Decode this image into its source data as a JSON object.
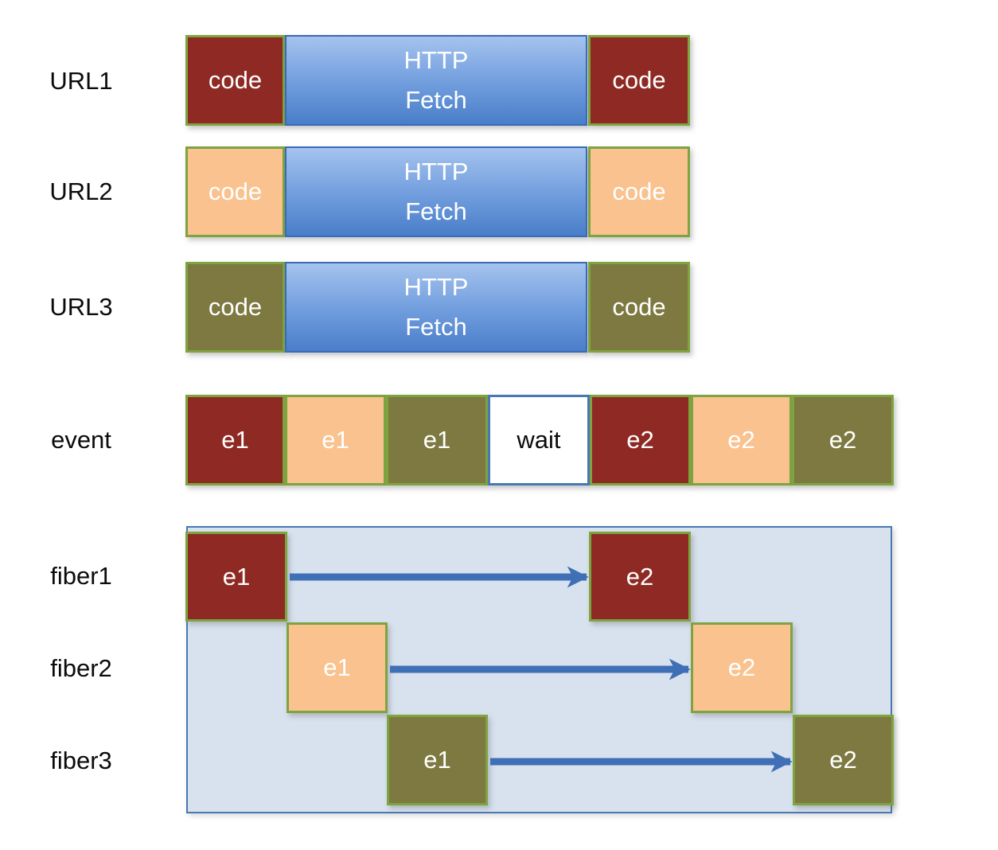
{
  "palette": {
    "red": "#8e2a23",
    "orange": "#f9c28f",
    "olive": "#7d7940",
    "border-green": "#7ea43f",
    "blue-top": "#a5c3ee",
    "blue-bottom": "#4a7ec9",
    "border-blue": "#3a6ab8",
    "panel-bg": "#d8e2ef",
    "panel-border": "#4878b4",
    "arrow-blue": "#3f6fb5",
    "wait-bg": "#ffffff"
  },
  "url_rows": [
    {
      "label": "URL1",
      "color": "red",
      "left_code": "code",
      "http_line1": "HTTP",
      "http_line2": "Fetch",
      "right_code": "code"
    },
    {
      "label": "URL2",
      "color": "orange",
      "left_code": "code",
      "http_line1": "HTTP",
      "http_line2": "Fetch",
      "right_code": "code"
    },
    {
      "label": "URL3",
      "color": "olive",
      "left_code": "code",
      "http_line1": "HTTP",
      "http_line2": "Fetch",
      "right_code": "code"
    }
  ],
  "event_row": {
    "label": "event",
    "cells": [
      {
        "text": "e1",
        "color": "red"
      },
      {
        "text": "e1",
        "color": "orange"
      },
      {
        "text": "e1",
        "color": "olive"
      },
      {
        "text": "wait",
        "color": "white"
      },
      {
        "text": "e2",
        "color": "red"
      },
      {
        "text": "e2",
        "color": "orange"
      },
      {
        "text": "e2",
        "color": "olive"
      }
    ]
  },
  "fiber_section": {
    "fibers": [
      {
        "label": "fiber1",
        "color": "red",
        "start": "e1",
        "end": "e2"
      },
      {
        "label": "fiber2",
        "color": "orange",
        "start": "e1",
        "end": "e2"
      },
      {
        "label": "fiber3",
        "color": "olive",
        "start": "e1",
        "end": "e2"
      }
    ]
  }
}
